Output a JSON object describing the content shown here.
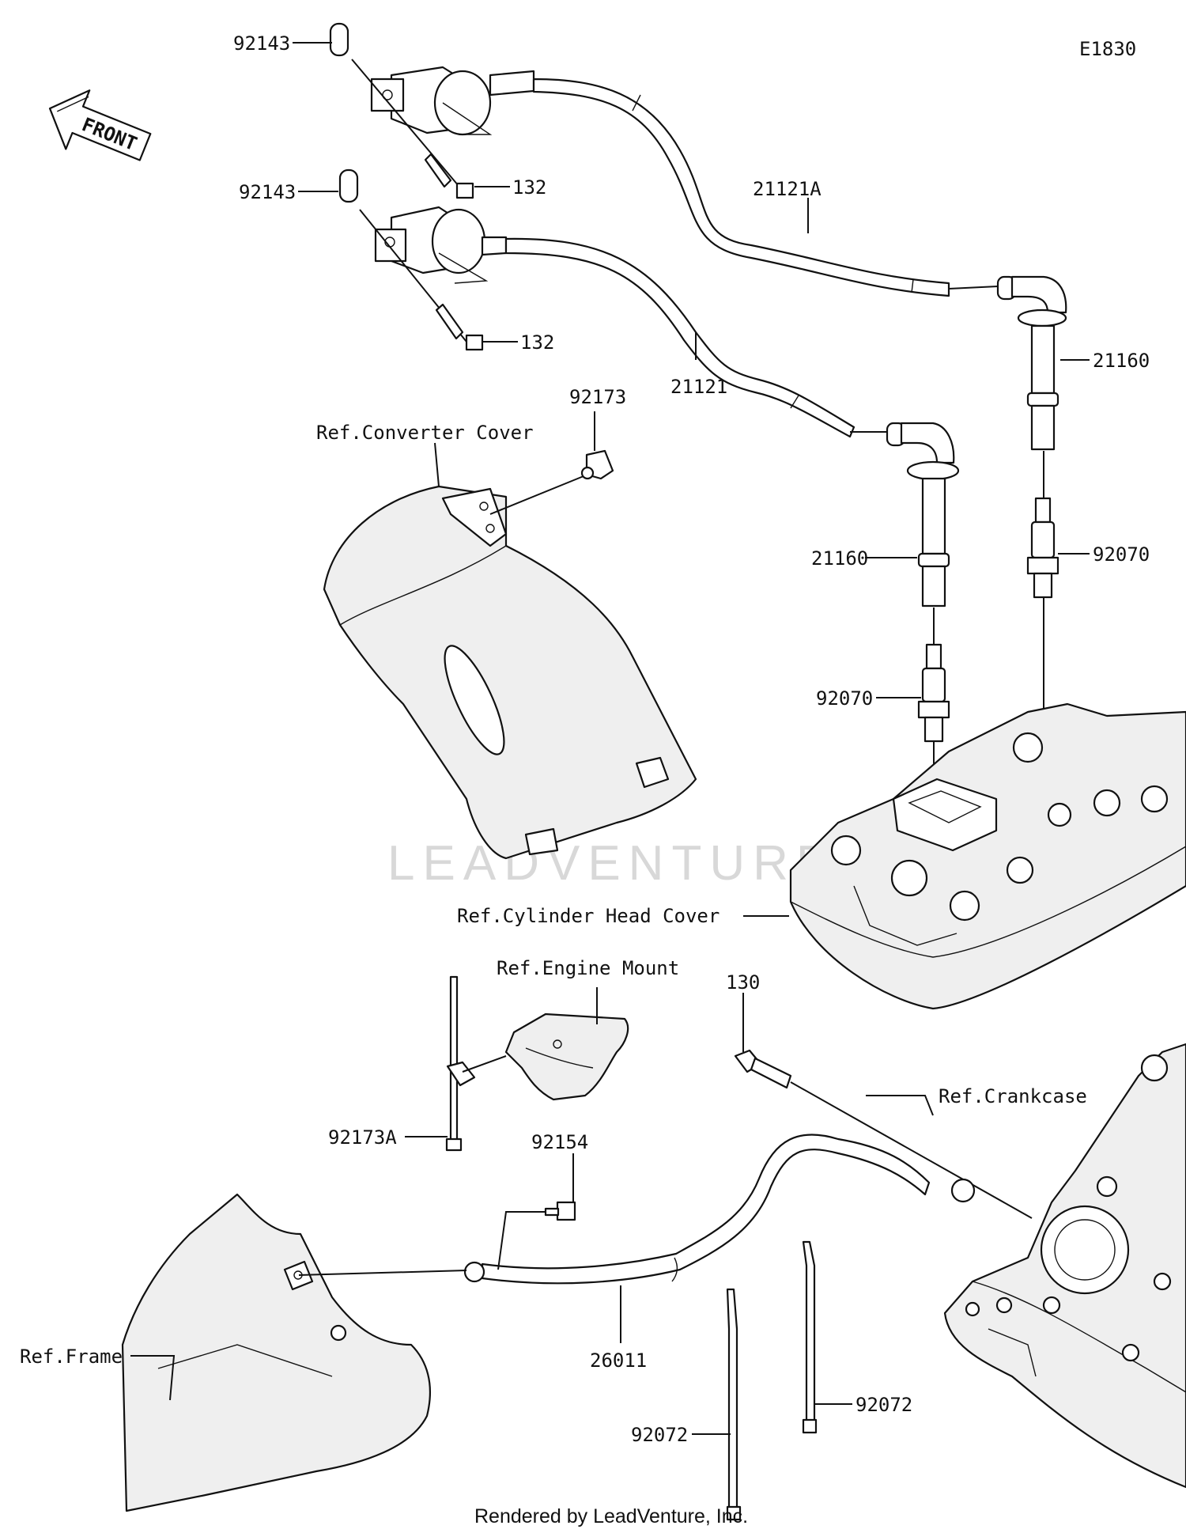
{
  "diagram_code": "E1830",
  "front_label": "FRONT",
  "footer": "Rendered by LeadVenture, Inc.",
  "watermark": "LEADVENTURE",
  "part_labels": {
    "p92143_top": "92143",
    "p92143_bottom": "92143",
    "p132_top": "132",
    "p132_bottom": "132",
    "p21121A": "21121A",
    "p21121": "21121",
    "p21160_right": "21160",
    "p21160_left": "21160",
    "p92173": "92173",
    "p92070_right": "92070",
    "p92070_left": "92070",
    "p130": "130",
    "p92173A": "92173A",
    "p92154": "92154",
    "p26011": "26011",
    "p92072_left": "92072",
    "p92072_right": "92072"
  },
  "reference_labels": {
    "converter_cover": "Ref.Converter Cover",
    "cylinder_head_cover": "Ref.Cylinder Head Cover",
    "engine_mount": "Ref.Engine Mount",
    "crankcase": "Ref.Crankcase",
    "frame": "Ref.Frame"
  }
}
